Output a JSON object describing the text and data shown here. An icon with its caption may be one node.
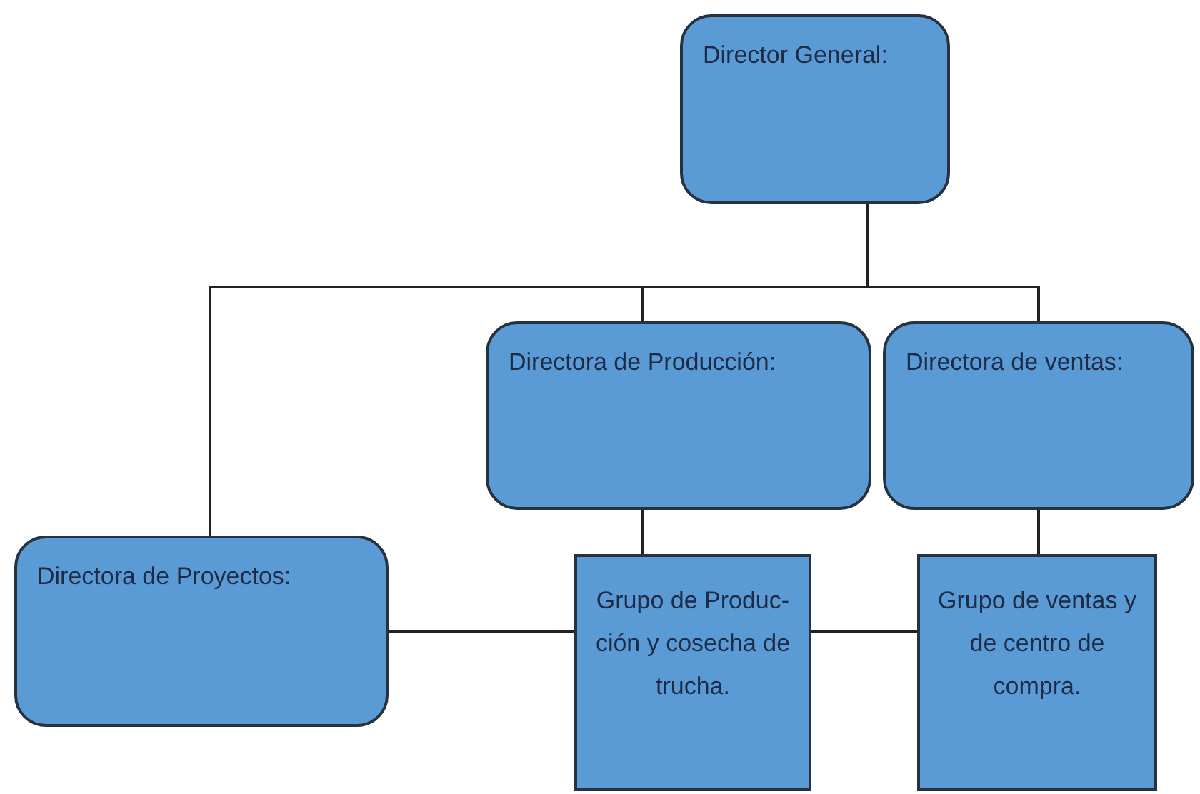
{
  "diagram": {
    "nodes": [
      {
        "text": [
          "Director General:"
        ]
      },
      {
        "text": [
          "Directora de Producción:"
        ]
      },
      {
        "text": [
          "Directora de ventas:"
        ]
      },
      {
        "text": [
          "Directora de Proyectos:"
        ]
      },
      {
        "text": [
          "Grupo de Produc- ción y cosecha de trucha."
        ]
      },
      {
        "text": [
          "Grupo de ventas y de centro de compra."
        ]
      }
    ],
    "edges": [
      {
        "from": 0,
        "to": 1,
        "arrow": "none"
      },
      {
        "from": 0,
        "to": 2,
        "arrow": "none"
      },
      {
        "from": 0,
        "to": 3,
        "arrow": "none"
      },
      {
        "from": 1,
        "to": 4,
        "arrow": "none"
      },
      {
        "from": 2,
        "to": 5,
        "arrow": "none"
      },
      {
        "from": 3,
        "to": 4,
        "arrow": "none"
      },
      {
        "from": 4,
        "to": 5,
        "arrow": "none"
      }
    ]
  }
}
